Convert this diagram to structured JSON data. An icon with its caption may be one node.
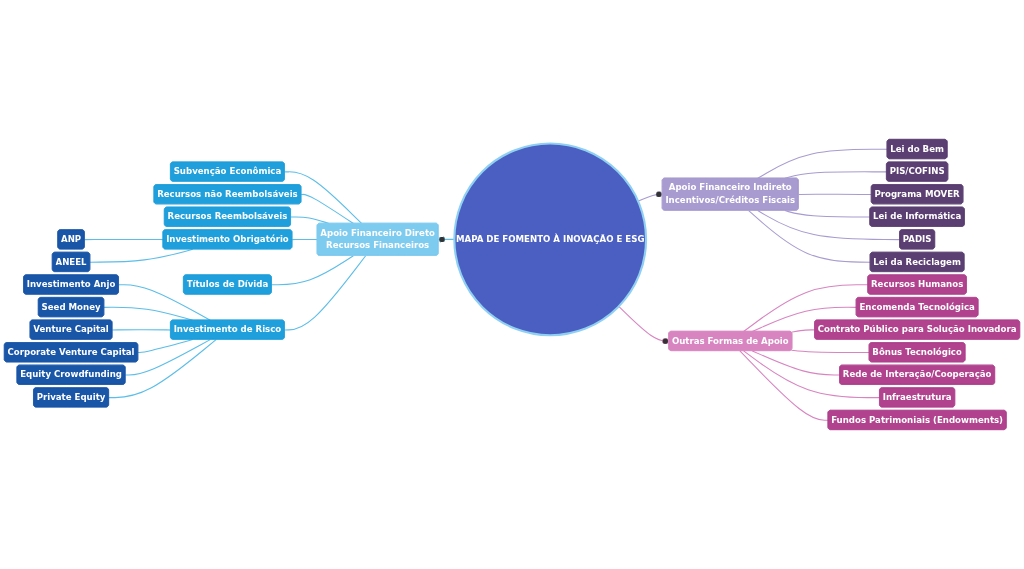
{
  "diagram": {
    "nodes": [
      {
        "text": [
          "MAPA DE FOMENTO À INOVAÇÃO E ESG"
        ]
      },
      {
        "text": [
          "Apoio Financeiro Direto",
          "Recursos Financeiros"
        ]
      },
      {
        "text": [
          "Subvenção Econômica"
        ]
      },
      {
        "text": [
          "Recursos não Reembolsáveis"
        ]
      },
      {
        "text": [
          "Recursos Reembolsáveis"
        ]
      },
      {
        "text": [
          "Investimento Obrigatório"
        ]
      },
      {
        "text": [
          "ANP"
        ]
      },
      {
        "text": [
          "ANEEL"
        ]
      },
      {
        "text": [
          "Títulos de Dívida"
        ]
      },
      {
        "text": [
          "Investimento de Risco"
        ]
      },
      {
        "text": [
          "Investimento Anjo"
        ]
      },
      {
        "text": [
          "Seed Money"
        ]
      },
      {
        "text": [
          "Venture Capital"
        ]
      },
      {
        "text": [
          "Corporate Venture Capital"
        ]
      },
      {
        "text": [
          "Equity Crowdfunding"
        ]
      },
      {
        "text": [
          "Private Equity"
        ]
      },
      {
        "text": [
          "Apoio Financeiro Indireto",
          "Incentivos/Créditos Fiscais"
        ]
      },
      {
        "text": [
          "Lei do Bem"
        ]
      },
      {
        "text": [
          "PIS/COFINS"
        ]
      },
      {
        "text": [
          "Programa MOVER"
        ]
      },
      {
        "text": [
          "Lei de Informática"
        ]
      },
      {
        "text": [
          "PADIS"
        ]
      },
      {
        "text": [
          "Lei da Reciclagem"
        ]
      },
      {
        "text": [
          "Outras Formas de Apoio"
        ]
      },
      {
        "text": [
          "Recursos Humanos"
        ]
      },
      {
        "text": [
          "Encomenda Tecnológica"
        ]
      },
      {
        "text": [
          "Contrato Público para Solução Inovadora"
        ]
      },
      {
        "text": [
          "Bônus Tecnológico"
        ]
      },
      {
        "text": [
          "Rede de Interação/Cooperação"
        ]
      },
      {
        "text": [
          "Infraestrutura"
        ]
      },
      {
        "text": [
          "Fundos Patrimoniais (Endowments)"
        ]
      }
    ],
    "edges": [
      {
        "from": 0,
        "to": 1,
        "arrow": "other"
      },
      {
        "from": 1,
        "to": 2,
        "arrow": "none"
      },
      {
        "from": 1,
        "to": 3,
        "arrow": "none"
      },
      {
        "from": 1,
        "to": 4,
        "arrow": "none"
      },
      {
        "from": 1,
        "to": 5,
        "arrow": "none"
      },
      {
        "from": 5,
        "to": 6,
        "arrow": "none"
      },
      {
        "from": 5,
        "to": 7,
        "arrow": "none"
      },
      {
        "from": 1,
        "to": 8,
        "arrow": "none"
      },
      {
        "from": 1,
        "to": 9,
        "arrow": "none"
      },
      {
        "from": 9,
        "to": 10,
        "arrow": "none"
      },
      {
        "from": 9,
        "to": 11,
        "arrow": "none"
      },
      {
        "from": 9,
        "to": 12,
        "arrow": "none"
      },
      {
        "from": 9,
        "to": 13,
        "arrow": "none"
      },
      {
        "from": 9,
        "to": 14,
        "arrow": "none"
      },
      {
        "from": 9,
        "to": 15,
        "arrow": "none"
      },
      {
        "from": 0,
        "to": 16,
        "arrow": "other",
        "color": "#a89bd0"
      },
      {
        "from": 16,
        "to": 17,
        "arrow": "none",
        "color": "#a89bd0"
      },
      {
        "from": 16,
        "to": 18,
        "arrow": "none",
        "color": "#a89bd0"
      },
      {
        "from": 16,
        "to": 19,
        "arrow": "none",
        "color": "#a89bd0"
      },
      {
        "from": 16,
        "to": 20,
        "arrow": "none",
        "color": "#a89bd0"
      },
      {
        "from": 16,
        "to": 21,
        "arrow": "none",
        "color": "#a89bd0"
      },
      {
        "from": 16,
        "to": 22,
        "arrow": "none",
        "color": "#a89bd0"
      },
      {
        "from": 0,
        "to": 23,
        "arrow": "other",
        "color": "#d884c0"
      },
      {
        "from": 23,
        "to": 24,
        "arrow": "none",
        "color": "#d884c0"
      },
      {
        "from": 23,
        "to": 25,
        "arrow": "none",
        "color": "#d884c0"
      },
      {
        "from": 23,
        "to": 26,
        "arrow": "none",
        "color": "#d884c0"
      },
      {
        "from": 23,
        "to": 27,
        "arrow": "none",
        "color": "#d884c0"
      },
      {
        "from": 23,
        "to": 28,
        "arrow": "none",
        "color": "#d884c0"
      },
      {
        "from": 23,
        "to": 29,
        "arrow": "none",
        "color": "#d884c0"
      },
      {
        "from": 23,
        "to": 30,
        "arrow": "none",
        "color": "#d884c0"
      }
    ]
  }
}
